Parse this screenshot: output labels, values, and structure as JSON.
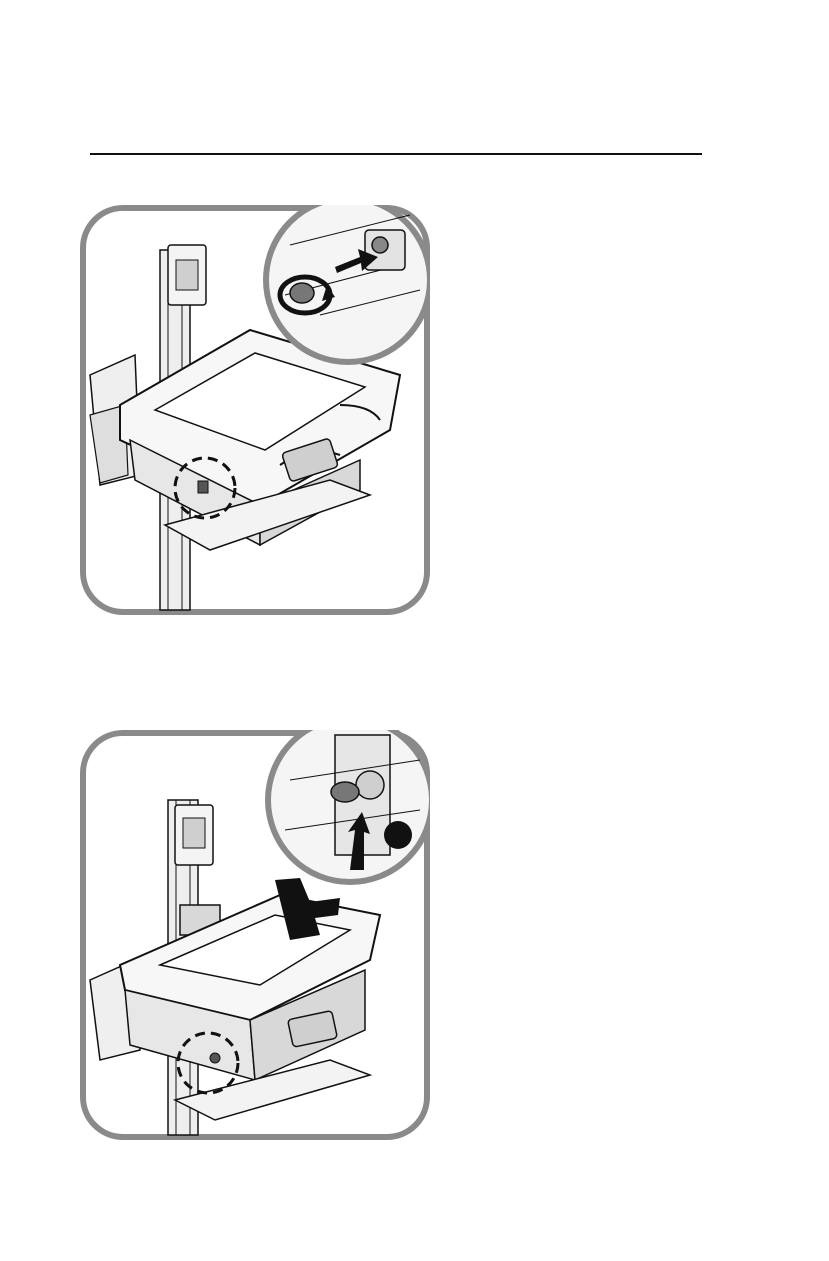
{
  "page": {
    "header_rule": true
  },
  "figures": [
    {
      "id": "unlock-step",
      "description_icon": "key-turn-arrow-icon",
      "callout": "lock-detail-circle"
    },
    {
      "id": "lift-step",
      "description_icon": "key-up-arrow-icon",
      "callout": "lock-detail-circle"
    }
  ],
  "colors": {
    "frame": "#8a8a8a",
    "ink": "#111111",
    "panel": "#d9d9d9",
    "light": "#f2f2f2"
  }
}
